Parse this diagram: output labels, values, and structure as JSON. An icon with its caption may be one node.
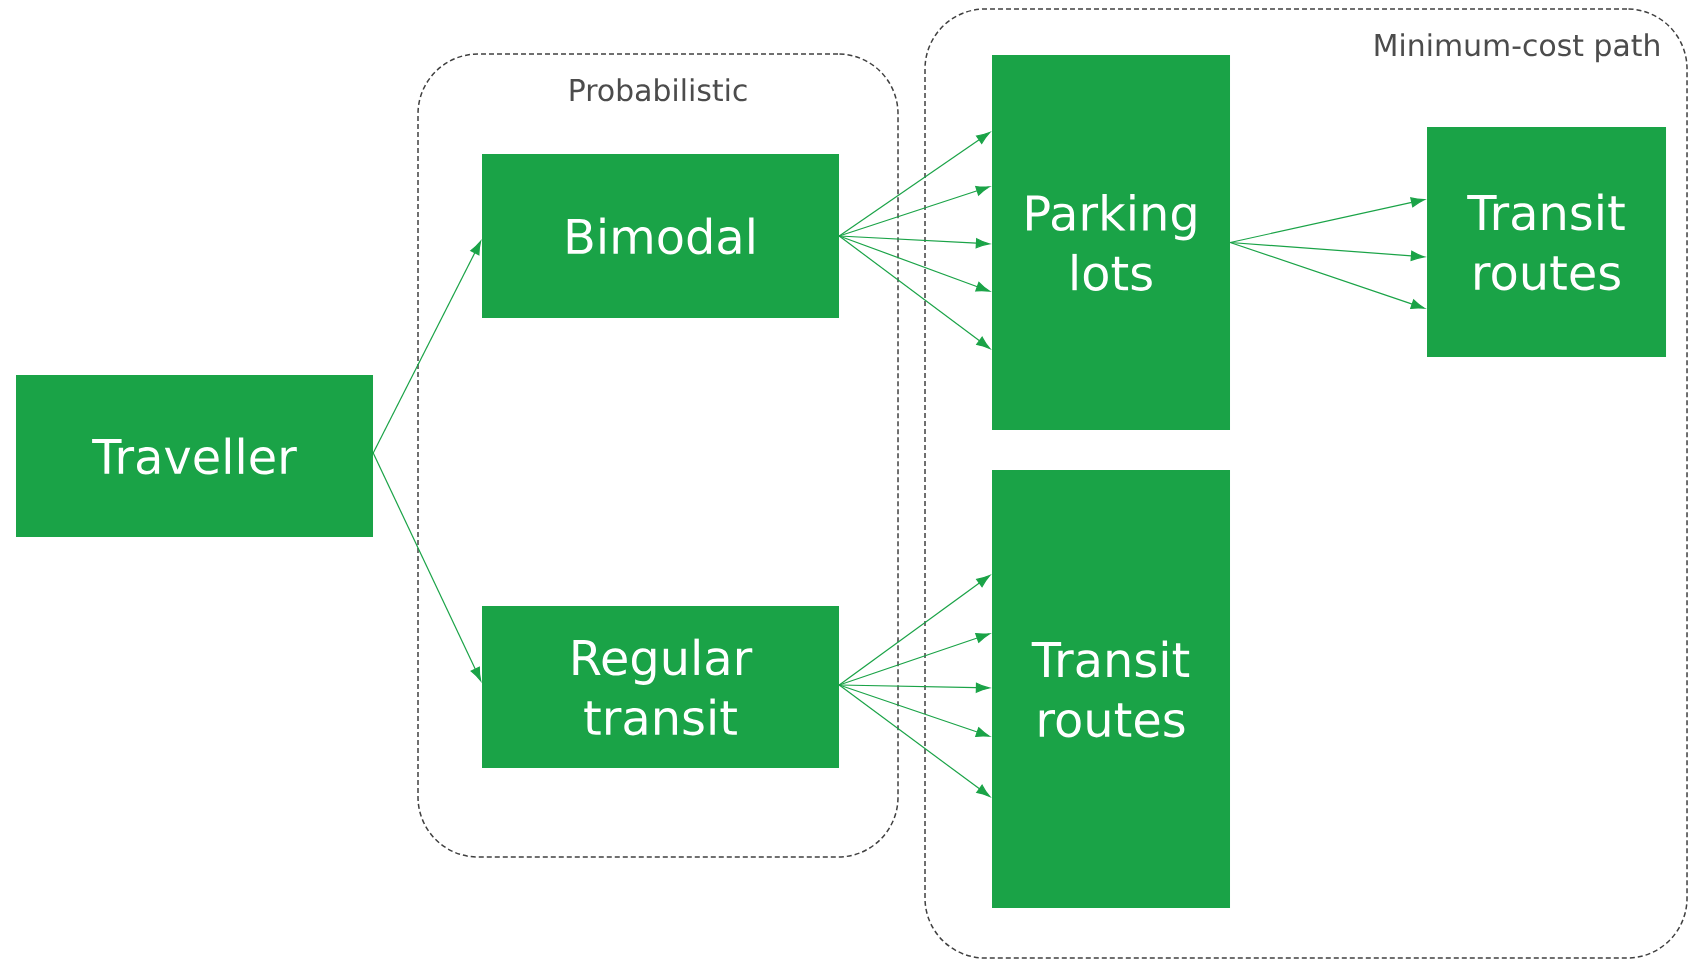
{
  "diagram": {
    "nodes": [
      {
        "text": [
          "Probabilistic"
        ]
      },
      {
        "text": [
          "Minimum-cost path"
        ]
      },
      {
        "text": [
          "Traveller"
        ]
      },
      {
        "text": [
          "Bimodal"
        ],
        "in": 0
      },
      {
        "text": [
          "Regular transit"
        ],
        "in": 0
      },
      {
        "text": [
          "Parking lots"
        ],
        "in": 1
      },
      {
        "text": [
          "Transit routes"
        ],
        "in": 1
      },
      {
        "text": [
          "Transit routes"
        ],
        "in": 1
      }
    ],
    "edges": [
      {
        "from": 2,
        "to": 3,
        "arrow": "to"
      },
      {
        "from": 2,
        "to": 4,
        "arrow": "to"
      },
      {
        "from": 3,
        "to": 5,
        "arrow": "to"
      },
      {
        "from": 3,
        "to": 5,
        "arrow": "to"
      },
      {
        "from": 3,
        "to": 5,
        "arrow": "to"
      },
      {
        "from": 3,
        "to": 5,
        "arrow": "to"
      },
      {
        "from": 3,
        "to": 5,
        "arrow": "to"
      },
      {
        "from": 5,
        "to": 6,
        "arrow": "to"
      },
      {
        "from": 5,
        "to": 6,
        "arrow": "to"
      },
      {
        "from": 5,
        "to": 6,
        "arrow": "to"
      },
      {
        "from": 4,
        "to": 7,
        "arrow": "to"
      },
      {
        "from": 4,
        "to": 7,
        "arrow": "to"
      },
      {
        "from": 4,
        "to": 7,
        "arrow": "to"
      },
      {
        "from": 4,
        "to": 7,
        "arrow": "to"
      },
      {
        "from": 4,
        "to": 7,
        "arrow": "to"
      }
    ]
  }
}
